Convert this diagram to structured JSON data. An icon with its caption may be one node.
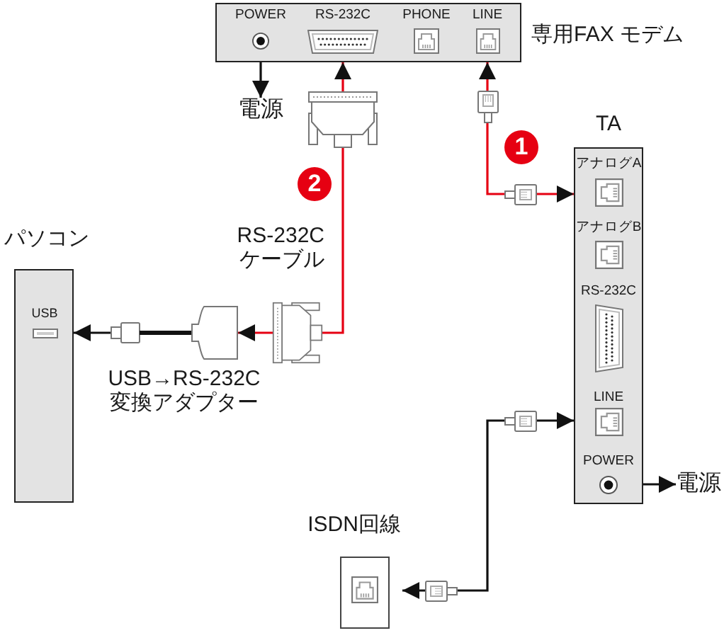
{
  "diagram": {
    "nodes": [
      {
        "text": [
          "専用FAX モデム"
        ]
      },
      {
        "text": [
          "POWER"
        ],
        "in": 0
      },
      {
        "text": [
          "RS-232C"
        ],
        "in": 0
      },
      {
        "text": [
          "PHONE"
        ],
        "in": 0
      },
      {
        "text": [
          "LINE"
        ],
        "in": 0
      },
      {
        "text": [
          "電源"
        ]
      },
      {
        "text": [
          "TA"
        ]
      },
      {
        "text": [
          "アナログA"
        ],
        "in": 6
      },
      {
        "text": [
          "アナログB"
        ],
        "in": 6
      },
      {
        "text": [
          "RS-232C"
        ],
        "in": 6
      },
      {
        "text": [
          "LINE"
        ],
        "in": 6
      },
      {
        "text": [
          "POWER"
        ],
        "in": 6
      },
      {
        "text": [
          "電源"
        ]
      },
      {
        "text": [
          "パソコン"
        ]
      },
      {
        "text": [
          "USB"
        ],
        "in": 13
      },
      {
        "text": [],
        "shape": "picture",
        "beside": [
          "USB→RS-232C 変換アダプター"
        ]
      },
      {
        "text": [
          "ISDN回線"
        ]
      }
    ],
    "edges": [
      {
        "from": 1,
        "to": 5,
        "arrow": "to"
      },
      {
        "from": 2,
        "to": 15,
        "arrow": "both",
        "label": "RS-232C ケーブル",
        "color": "#e60012"
      },
      {
        "from": 15,
        "to": 14,
        "arrow": "to"
      },
      {
        "from": 4,
        "to": 7,
        "arrow": "both",
        "color": "#e60012"
      },
      {
        "from": 16,
        "to": 10,
        "arrow": "both"
      },
      {
        "from": 11,
        "to": 12,
        "arrow": "to"
      }
    ],
    "labels": [
      "1",
      "2"
    ]
  }
}
